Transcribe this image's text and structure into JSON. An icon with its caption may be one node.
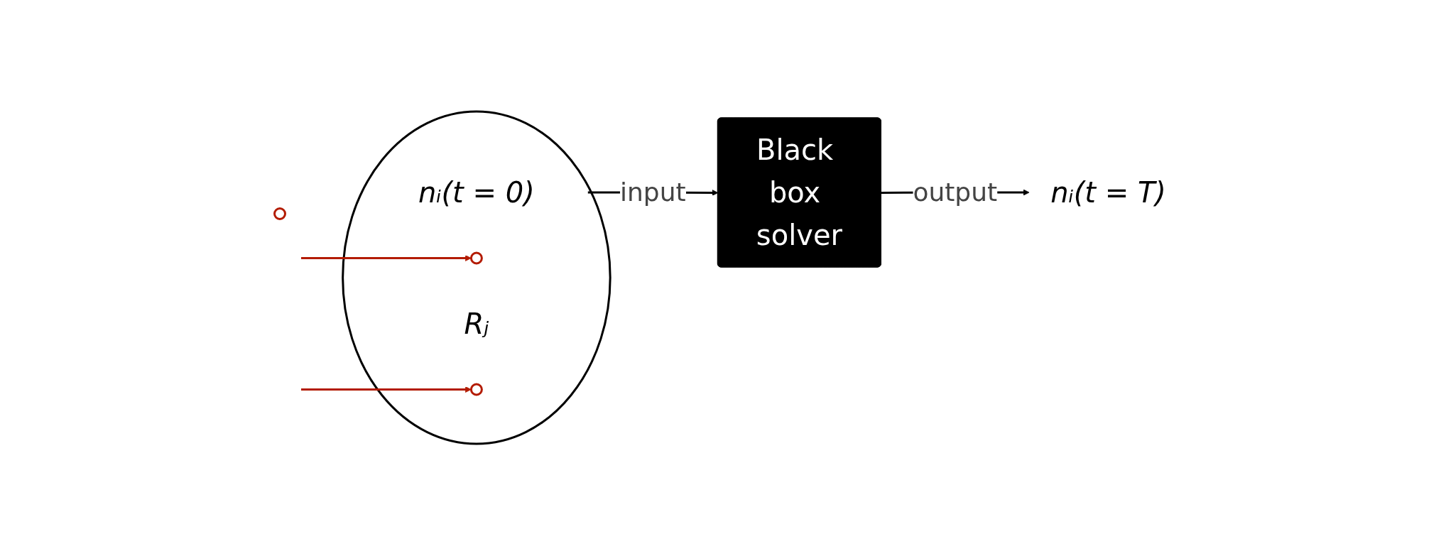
{
  "diagram": {
    "nodes": [
      {
        "text": [],
        "shape": "ellipse"
      },
      {
        "text": [
          "nᵢ(t = 0)"
        ],
        "in": 0
      },
      {
        "text": [],
        "shape": "circle",
        "in": 0
      },
      {
        "text": [
          "Rⱼ"
        ],
        "in": 0
      },
      {
        "text": [],
        "shape": "circle",
        "in": 0
      },
      {
        "text": [
          "Black box solver"
        ]
      },
      {
        "text": [
          "nᵢ(t = T)"
        ]
      },
      {
        "text": [],
        "shape": "circle"
      }
    ],
    "edges": [
      {
        "from": 0,
        "to": 5,
        "arrow": "to",
        "label": "input"
      },
      {
        "from": 5,
        "to": 6,
        "arrow": "to",
        "label": "output"
      },
      {
        "from": null,
        "to": 2,
        "arrow": "to",
        "color": "#b31b00"
      },
      {
        "from": null,
        "to": 4,
        "arrow": "to",
        "color": "#b31b00"
      }
    ]
  }
}
